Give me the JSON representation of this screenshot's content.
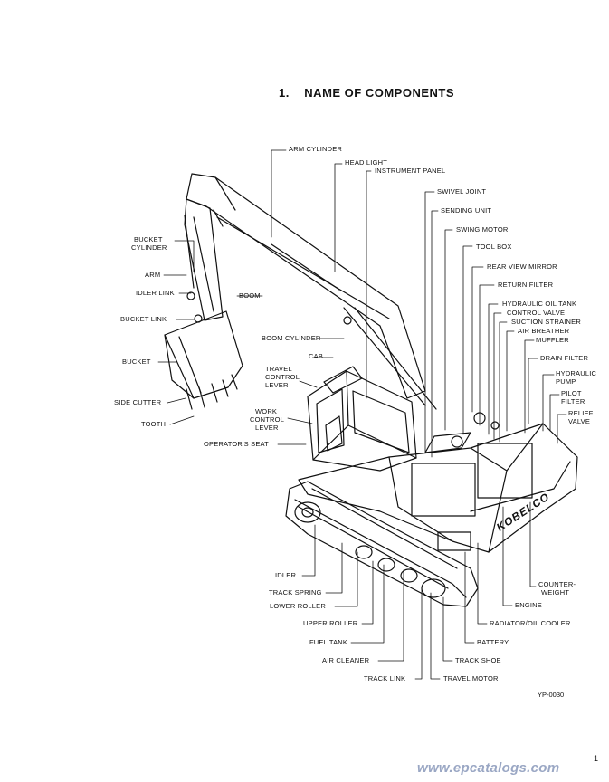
{
  "page": {
    "title": "1.    NAME OF COMPONENTS",
    "figure_code": "YP-0030",
    "page_number": "1",
    "watermark": "www.epcatalogs.com"
  },
  "labels": {
    "arm_cylinder": "ARM CYLINDER",
    "head_light": "HEAD LIGHT",
    "instrument_panel": "INSTRUMENT PANEL",
    "swivel_joint": "SWIVEL JOINT",
    "sending_unit": "SENDING UNIT",
    "swing_motor": "SWING MOTOR",
    "tool_box": "TOOL BOX",
    "rear_view_mirror": "REAR VIEW MIRROR",
    "return_filter": "RETURN FILTER",
    "hydraulic_oil_tank": "HYDRAULIC OIL TANK",
    "control_valve": "CONTROL VALVE",
    "suction_strainer": "SUCTION STRAINER",
    "air_breather": "AIR BREATHER",
    "muffler": "MUFFLER",
    "drain_filter": "DRAIN FILTER",
    "hydraulic_pump_1": "HYDRAULIC",
    "hydraulic_pump_2": "PUMP",
    "pilot_filter_1": "PILOT",
    "pilot_filter_2": "FILTER",
    "relief_valve_1": "RELIEF",
    "relief_valve_2": "VALVE",
    "bucket_cylinder_1": "BUCKET",
    "bucket_cylinder_2": "CYLINDER",
    "arm": "ARM",
    "boom": "BOOM",
    "idler_link": "IDLER LINK",
    "bucket_link": "BUCKET LINK",
    "boom_cylinder": "BOOM CYLINDER",
    "cab": "CAB",
    "bucket": "BUCKET",
    "travel_control_lever_1": "TRAVEL",
    "travel_control_lever_2": "CONTROL",
    "travel_control_lever_3": "LEVER",
    "side_cutter": "SIDE CUTTER",
    "work_control_lever_1": "WORK",
    "work_control_lever_2": "CONTROL",
    "work_control_lever_3": "LEVER",
    "tooth": "TOOTH",
    "operators_seat": "OPERATOR'S SEAT",
    "idler": "IDLER",
    "track_spring": "TRACK SPRING",
    "lower_roller": "LOWER ROLLER",
    "upper_roller": "UPPER ROLLER",
    "fuel_tank": "FUEL TANK",
    "air_cleaner": "AIR CLEANER",
    "track_link": "TRACK LINK",
    "travel_motor": "TRAVEL MOTOR",
    "track_shoe": "TRACK SHOE",
    "battery": "BATTERY",
    "radiator_oil_cooler": "RADIATOR/OIL COOLER",
    "engine": "ENGINE",
    "counterweight_1": "COUNTER-",
    "counterweight_2": "WEIGHT",
    "brand": "KOBELCO"
  }
}
